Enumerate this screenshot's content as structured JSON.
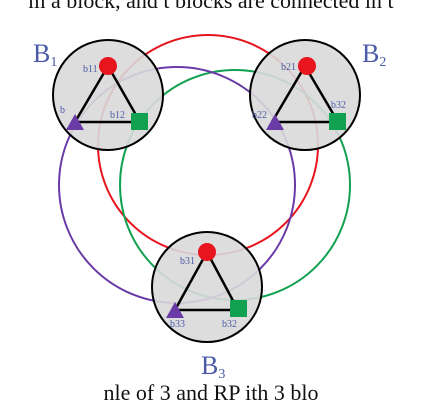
{
  "caption_top": "m a block, and t blocks are connected in t",
  "caption_bottom": "nle of 3 and   RP    ith 3 blo",
  "colors": {
    "block_fill": "#d9d9d9",
    "block_stroke": "#000000",
    "label": "#4a5aa8",
    "red": "#e8141e",
    "green": "#12a150",
    "purple": "#6a3aa6"
  },
  "blocks": {
    "b1": {
      "label": "B",
      "sub": "1",
      "nodes": {
        "top": "b11",
        "left": "b",
        "right": "b12"
      }
    },
    "b2": {
      "label": "B",
      "sub": "2",
      "nodes": {
        "top": "b21",
        "left": "b22",
        "right": "b32"
      }
    },
    "b3": {
      "label": "B",
      "sub": "3",
      "nodes": {
        "top": "b31",
        "left": "b33",
        "right": "b32"
      }
    }
  },
  "cycles": [
    {
      "name": "red",
      "color": "red"
    },
    {
      "name": "green",
      "color": "green"
    },
    {
      "name": "purple",
      "color": "purple"
    }
  ]
}
